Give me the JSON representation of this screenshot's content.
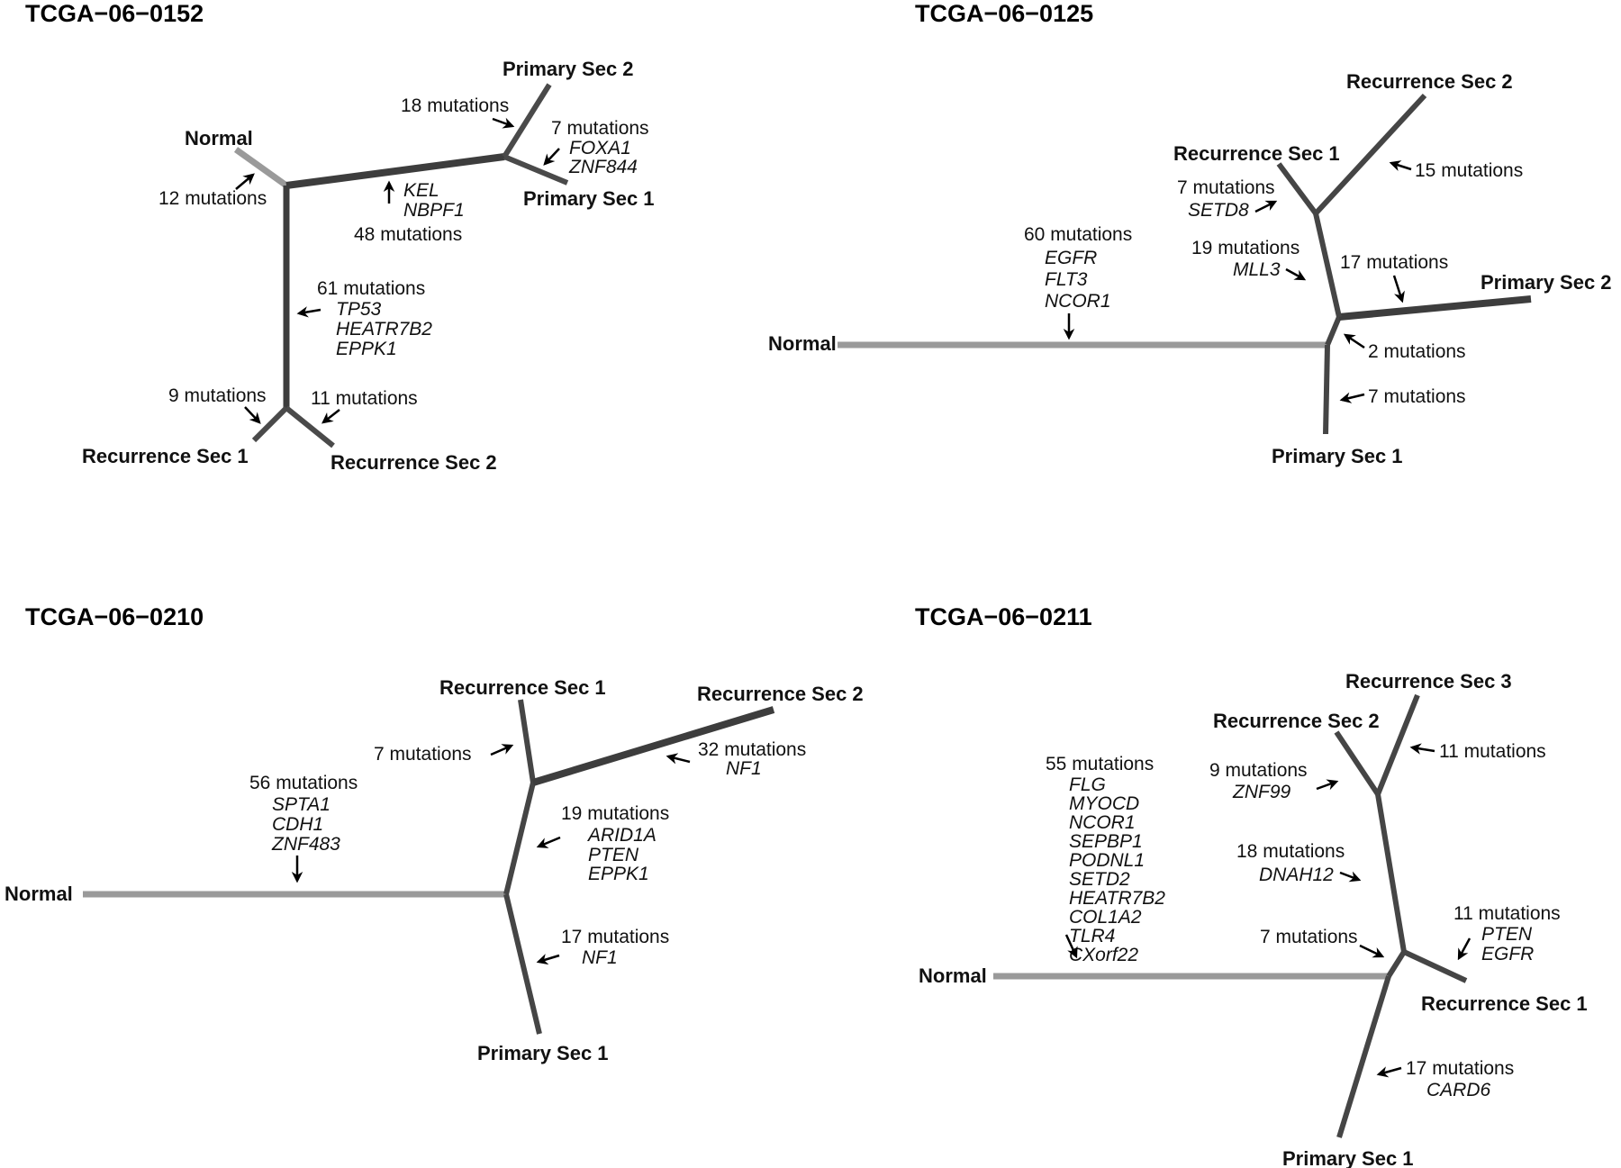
{
  "figure": {
    "colors": {
      "trunk_normal": "#9a9a9a",
      "branch": "#454545",
      "arrow": "#000000",
      "text": "#111111"
    },
    "panels": [
      {
        "id": "p0152",
        "title": "TCGA−06−0152",
        "nodes": [
          {
            "id": "normal",
            "label": "Normal"
          },
          {
            "id": "primary_sec_2",
            "label": "Primary Sec 2"
          },
          {
            "id": "primary_sec_1",
            "label": "Primary Sec 1"
          },
          {
            "id": "recurrence_sec_1",
            "label": "Recurrence Sec 1"
          },
          {
            "id": "recurrence_sec_2",
            "label": "Recurrence Sec 2"
          }
        ],
        "branches": [
          {
            "to": "normal",
            "mutations": "12 mutations",
            "genes": []
          },
          {
            "to": "primary_ancestor",
            "mutations": "48 mutations",
            "genes": [
              "KEL",
              "NBPF1"
            ]
          },
          {
            "to": "primary_sec_2",
            "mutations": "18 mutations",
            "genes": []
          },
          {
            "to": "primary_sec_1",
            "mutations": "7 mutations",
            "genes": [
              "FOXA1",
              "ZNF844"
            ]
          },
          {
            "to": "recurrence_ancestor",
            "mutations": "61 mutations",
            "genes": [
              "TP53",
              "HEATR7B2",
              "EPPK1"
            ]
          },
          {
            "to": "recurrence_sec_1",
            "mutations": "9 mutations",
            "genes": []
          },
          {
            "to": "recurrence_sec_2",
            "mutations": "11 mutations",
            "genes": []
          }
        ]
      },
      {
        "id": "p0125",
        "title": "TCGA−06−0125",
        "nodes": [
          {
            "id": "normal",
            "label": "Normal"
          },
          {
            "id": "recurrence_sec_2",
            "label": "Recurrence Sec 2"
          },
          {
            "id": "recurrence_sec_1",
            "label": "Recurrence Sec 1"
          },
          {
            "id": "primary_sec_2",
            "label": "Primary Sec 2"
          },
          {
            "id": "primary_sec_1",
            "label": "Primary Sec 1"
          }
        ],
        "branches": [
          {
            "to": "root",
            "mutations": "60 mutations",
            "genes": [
              "EGFR",
              "FLT3",
              "NCOR1"
            ]
          },
          {
            "to": "recurrence_sec_2",
            "mutations": "15 mutations",
            "genes": []
          },
          {
            "to": "recurrence_sec_1",
            "mutations": "7 mutations",
            "genes": [
              "SETD8"
            ]
          },
          {
            "to": "recurrence_ancestor",
            "mutations": "19 mutations",
            "genes": [
              "MLL3"
            ]
          },
          {
            "to": "primary_sec_2",
            "mutations": "17 mutations",
            "genes": []
          },
          {
            "to": "inner_ancestor",
            "mutations": "2 mutations",
            "genes": []
          },
          {
            "to": "primary_sec_1",
            "mutations": "7 mutations",
            "genes": []
          }
        ]
      },
      {
        "id": "p0210",
        "title": "TCGA−06−0210",
        "nodes": [
          {
            "id": "normal",
            "label": "Normal"
          },
          {
            "id": "recurrence_sec_1",
            "label": "Recurrence Sec 1"
          },
          {
            "id": "recurrence_sec_2",
            "label": "Recurrence Sec 2"
          },
          {
            "id": "primary_sec_1",
            "label": "Primary Sec 1"
          }
        ],
        "branches": [
          {
            "to": "root",
            "mutations": "56 mutations",
            "genes": [
              "SPTA1",
              "CDH1",
              "ZNF483"
            ]
          },
          {
            "to": "recurrence_sec_1",
            "mutations": "7 mutations",
            "genes": []
          },
          {
            "to": "recurrence_sec_2",
            "mutations": "32 mutations",
            "genes": [
              "NF1"
            ]
          },
          {
            "to": "recurrence_ancestor",
            "mutations": "19 mutations",
            "genes": [
              "ARID1A",
              "PTEN",
              "EPPK1"
            ]
          },
          {
            "to": "primary_sec_1",
            "mutations": "17 mutations",
            "genes": [
              "NF1"
            ]
          }
        ]
      },
      {
        "id": "p0211",
        "title": "TCGA−06−0211",
        "nodes": [
          {
            "id": "normal",
            "label": "Normal"
          },
          {
            "id": "recurrence_sec_3",
            "label": "Recurrence Sec 3"
          },
          {
            "id": "recurrence_sec_2",
            "label": "Recurrence Sec 2"
          },
          {
            "id": "recurrence_sec_1",
            "label": "Recurrence Sec 1"
          },
          {
            "id": "primary_sec_1",
            "label": "Primary Sec 1"
          }
        ],
        "branches": [
          {
            "to": "root",
            "mutations": "55 mutations",
            "genes": [
              "FLG",
              "MYOCD",
              "NCOR1",
              "SEPBP1",
              "PODNL1",
              "SETD2",
              "HEATR7B2",
              "COL1A2",
              "TLR4",
              "CXorf22"
            ]
          },
          {
            "to": "recurrence_sec_3",
            "mutations": "11 mutations",
            "genes": []
          },
          {
            "to": "recurrence_sec_2",
            "mutations": "9 mutations",
            "genes": [
              "ZNF99"
            ]
          },
          {
            "to": "recurrence_ancestor_23",
            "mutations": "18 mutations",
            "genes": [
              "DNAH12"
            ]
          },
          {
            "to": "recurrence_ancestor",
            "mutations": "7 mutations",
            "genes": []
          },
          {
            "to": "recurrence_sec_1",
            "mutations": "11 mutations",
            "genes": [
              "PTEN",
              "EGFR"
            ]
          },
          {
            "to": "primary_sec_1",
            "mutations": "17 mutations",
            "genes": [
              "CARD6"
            ]
          }
        ]
      }
    ]
  }
}
